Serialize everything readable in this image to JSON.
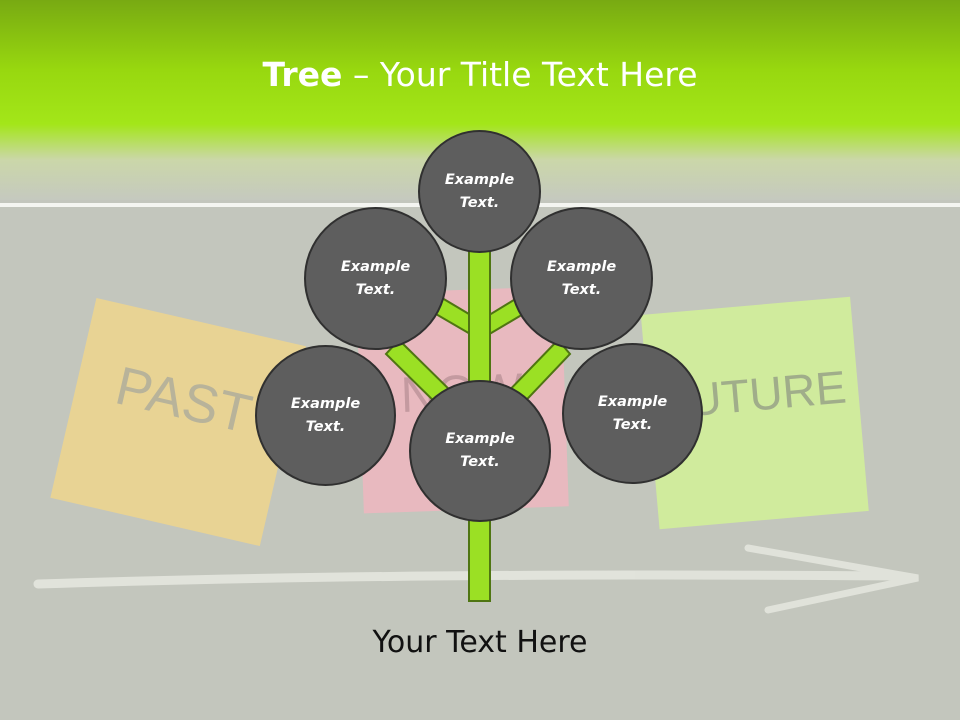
{
  "slide": {
    "title_bold": "Tree",
    "title_rest": " – Your Title Text Here",
    "caption": "Your Text Here"
  },
  "background": {
    "notes": [
      {
        "label": "PAST",
        "color": "#f2d68c"
      },
      {
        "label": "NOW",
        "color": "#f0b8c0"
      },
      {
        "label": "FUTURE",
        "color": "#d4ef9c"
      }
    ]
  },
  "tree": {
    "stem_color": "#9be024",
    "circles": [
      {
        "text": "Example Text."
      },
      {
        "text": "Example Text."
      },
      {
        "text": "Example Text."
      },
      {
        "text": "Example Text."
      },
      {
        "text": "Example Text."
      },
      {
        "text": "Example Text."
      }
    ]
  },
  "colors": {
    "accent_green": "#98d80f",
    "circle_fill": "#5e5e5e",
    "circle_border": "#303030"
  }
}
